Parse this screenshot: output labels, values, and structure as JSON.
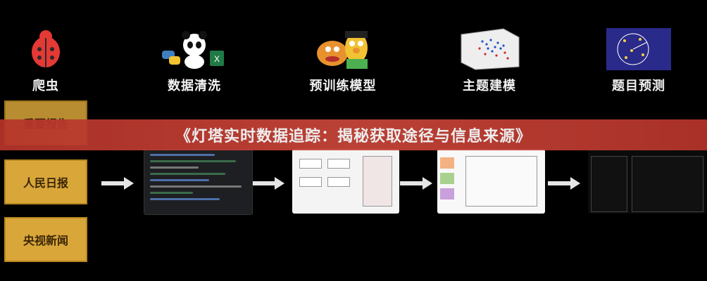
{
  "pipeline": [
    {
      "label": "爬虫",
      "icon": "ladybug-icon"
    },
    {
      "label": "数据清洗",
      "icon": "panda-python-excel-icon"
    },
    {
      "label": "预训练模型",
      "icon": "bert-ernie-icon"
    },
    {
      "label": "主题建模",
      "icon": "3d-scatter-plot-icon"
    },
    {
      "label": "题目预测",
      "icon": "star-chart-icon"
    }
  ],
  "sources": [
    "重要报告",
    "人民日报",
    "央视新闻"
  ],
  "banner": {
    "title": "《灯塔实时数据追踪：揭秘获取途径与信息来源》"
  },
  "colors": {
    "background": "#000000",
    "source_box": "#d9a63a",
    "banner": "#c9463a"
  }
}
